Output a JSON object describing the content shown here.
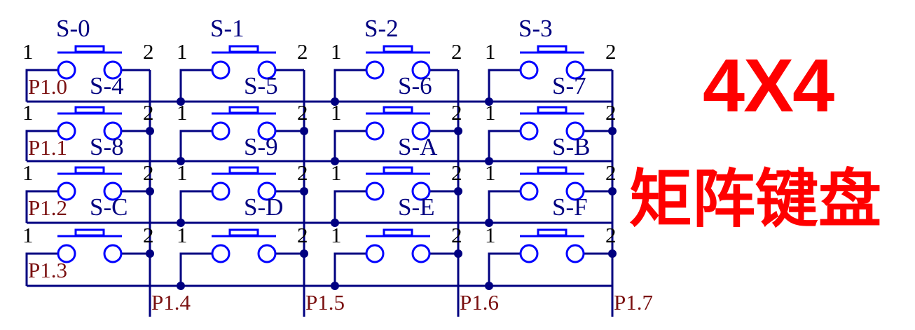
{
  "title": "4X4",
  "subtitle": "矩阵键盘",
  "pin_labels": {
    "left": "1",
    "right": "2"
  },
  "switch_labels": [
    "S-0",
    "S-1",
    "S-2",
    "S-3",
    "S-4",
    "S-5",
    "S-6",
    "S-7",
    "S-8",
    "S-9",
    "S-A",
    "S-B",
    "S-C",
    "S-D",
    "S-E",
    "S-F"
  ],
  "row_ports": [
    "P1.0",
    "P1.1",
    "P1.2",
    "P1.3"
  ],
  "col_ports": [
    "P1.4",
    "P1.5",
    "P1.6",
    "P1.7"
  ],
  "colors": {
    "wire": "#000080",
    "switch": "#0000ff",
    "port_label": "#7a1010",
    "title": "#ff0000"
  }
}
